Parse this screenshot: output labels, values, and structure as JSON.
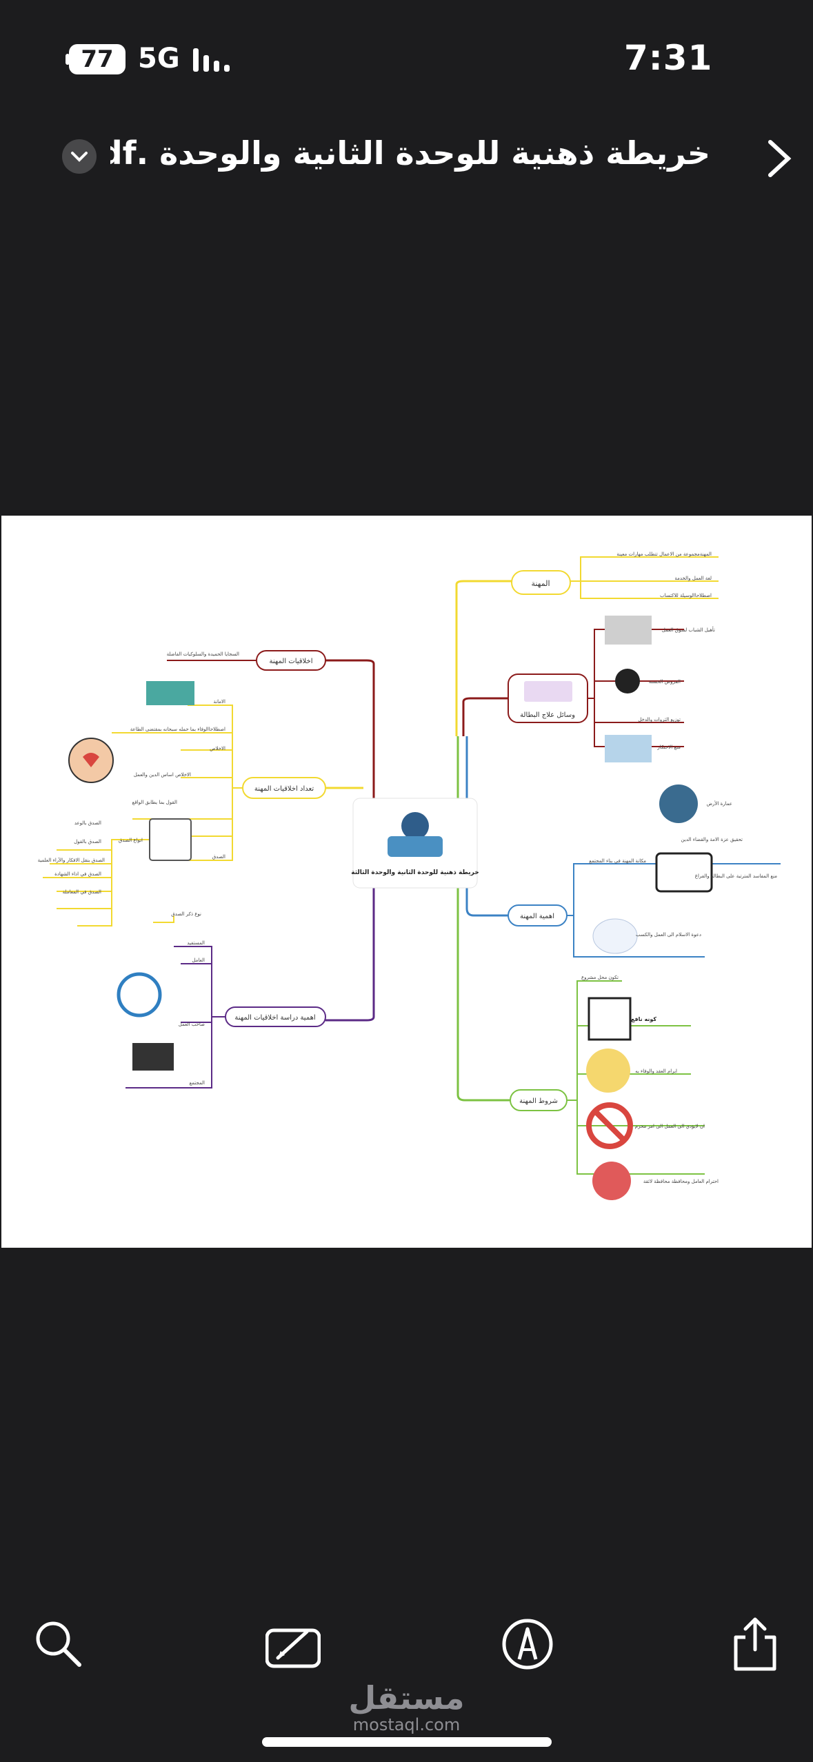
{
  "status_bar": {
    "time": "7:31",
    "battery": "77",
    "network": "5G"
  },
  "header": {
    "title": "خريطة ذهنية للوحدة الثانية والوحدة .pdf"
  },
  "mindmap": {
    "center": "خريطة ذهنية للوحدة الثانية والوحدة الثالثة",
    "right_branches": [
      {
        "label": "المهنة",
        "color": "#f2d930",
        "items": [
          "المهنةمجموعة من الاعمال تتطلب مهارات معينة",
          "لغة العمل والخدمة",
          "اصطلاحاالوسيلة للاكتساب"
        ]
      },
      {
        "label": "وسائل علاج البطالة",
        "color": "#8b1a1a",
        "items": [
          "تأهيل الشباب لسوق العمل",
          "القروض الحسنة",
          "توزيع الثروات والدخل",
          "منع الاحتكار"
        ]
      },
      {
        "label": "اهمية المهنة",
        "color": "#3b82c4",
        "items": [
          "مكانة المهنة في بناء المجتمع",
          "عمارة الأرض",
          "تحقيق عزة الامة والقضاء الدين",
          "منع المفاسد المترتبة على البطالة والفراغ",
          "دعوة الاسلام الى العمل والكسب"
        ]
      },
      {
        "label": "شروط المهنة",
        "color": "#7cc242",
        "items": [
          "تكون محل مشروع",
          "كونه نافع",
          "ابرام العقد والوفاء به",
          "ان لايؤدي الى العمل الى امر محرم",
          "احترام العامل ومحافظة محافظة لائقة"
        ]
      }
    ],
    "left_branches": [
      {
        "label": "اخلاقيات المهنة",
        "color": "#8b1a1a",
        "items": [
          "السجايا الحميدة والسلوكيات الفاضلة"
        ]
      },
      {
        "label": "تعداد اخلاقيات المهنة",
        "color": "#f2d930",
        "items": [
          "الامانة",
          "اصطلاحاالوفاء بما حمله سبحانه بمقتضى الطاعة",
          "الاخلاص",
          "الاخلاص اساس الدين والعمل",
          "الصدق",
          "القول بما يطابق الواقع",
          "انواع الصدق",
          "الصدق بالوعد",
          "الصدق بالقول",
          "الصدق بنقل الافكار والآراء العلمية",
          "الصدق في اداء الشهادة",
          "الصدق في المعاملة",
          "نوع ذكر الصدق"
        ]
      },
      {
        "label": "اهمية دراسة اخلاقيات المهنة",
        "color": "#5b2a86",
        "items": [
          "المستفيد",
          "العامل",
          "صاحب العمل",
          "المجتمع"
        ]
      }
    ]
  },
  "toolbar": {
    "icons": [
      "search-icon",
      "markup-pen-icon",
      "highlighter-icon",
      "share-icon"
    ]
  },
  "watermark": {
    "arabic": "مستقل",
    "latin": "mostaql.com"
  }
}
